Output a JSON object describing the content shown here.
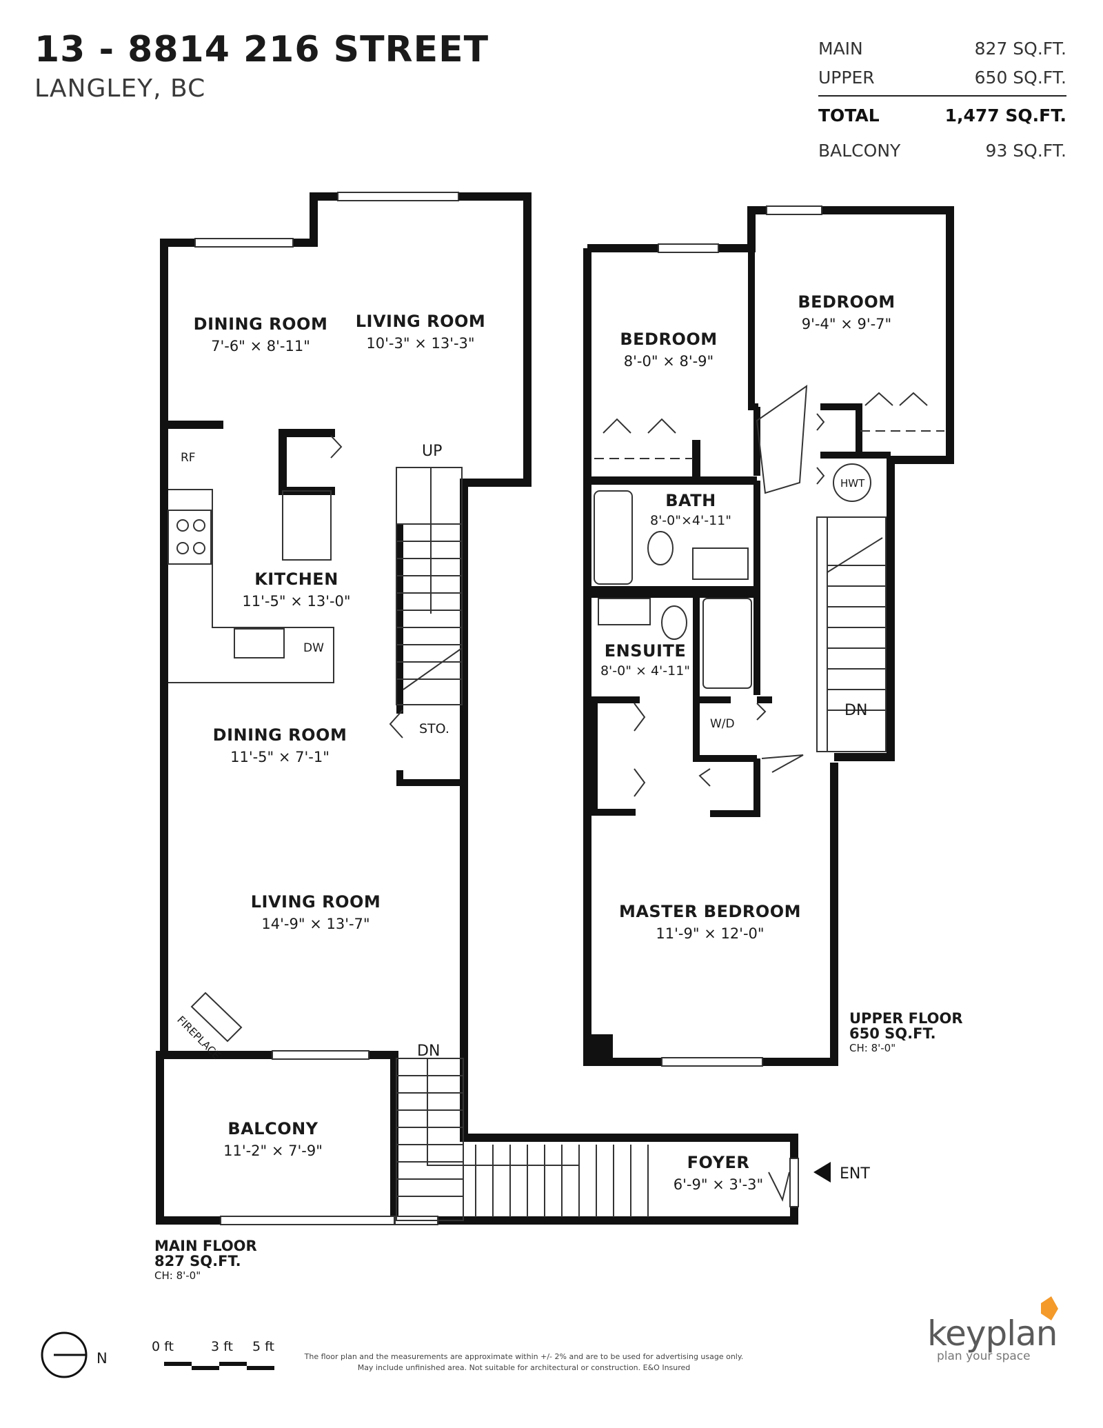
{
  "header": {
    "address_line": "13 - 8814 216 STREET",
    "city_line": "LANGLEY, BC"
  },
  "area_summary": [
    {
      "label": "MAIN",
      "value": "827 SQ.FT."
    },
    {
      "label": "UPPER",
      "value": "650 SQ.FT."
    },
    {
      "label": "TOTAL",
      "value": "1,477 SQ.FT."
    },
    {
      "label": "BALCONY",
      "value": "93 SQ.FT."
    }
  ],
  "main_floor": {
    "label": "MAIN FLOOR",
    "area": "827 SQ.FT.",
    "ceiling": "CH: 8'-0\"",
    "rooms": [
      {
        "name": "DINING ROOM",
        "dims": "7'-6\"  ×  8'-11\""
      },
      {
        "name": "LIVING ROOM",
        "dims": "10'-3\"  ×  13'-3\""
      },
      {
        "name": "KITCHEN",
        "dims": "11'-5\"  ×  13'-0\""
      },
      {
        "name": "DINING ROOM",
        "dims": "11'-5\"  ×  7'-1\""
      },
      {
        "name": "LIVING ROOM",
        "dims": "14'-9\"  ×  13'-7\""
      },
      {
        "name": "BALCONY",
        "dims": "11'-2\"  ×  7'-9\""
      },
      {
        "name": "FOYER",
        "dims": "6'-9\" × 3'-3\""
      }
    ],
    "labels": {
      "up": "UP",
      "dn": "DN",
      "sto": "STO.",
      "rf": "RF",
      "dw": "DW",
      "fireplace": "FIREPLACE",
      "ent": "ENT"
    }
  },
  "upper_floor": {
    "label": "UPPER FLOOR",
    "area": "650 SQ.FT.",
    "ceiling": "CH: 8'-0\"",
    "rooms": [
      {
        "name": "BEDROOM",
        "dims": "8'-0\"  ×  8'-9\""
      },
      {
        "name": "BEDROOM",
        "dims": "9'-4\"  ×  9'-7\""
      },
      {
        "name": "BATH",
        "dims": "8'-0\"×4'-11\""
      },
      {
        "name": "ENSUITE",
        "dims": "8'-0\" × 4'-11\""
      },
      {
        "name": "MASTER BEDROOM",
        "dims": "11'-9\"  ×  12'-0\""
      }
    ],
    "labels": {
      "hwt": "HWT",
      "wd": "W/D",
      "dn": "DN"
    }
  },
  "compass": {
    "label": "N"
  },
  "scale": {
    "labels": [
      "0 ft",
      "3 ft",
      "5 ft"
    ]
  },
  "disclaimer": [
    "The floor plan and the measurements are approximate within +/- 2% and are to be used for advertising usage only.",
    "May include unfinished area. Not suitable for architectural or construction. E&O Insured"
  ],
  "brand": {
    "name": "keyplan",
    "tagline": "plan your space",
    "accent": "#f39a2b"
  },
  "colors": {
    "wall": "#111111",
    "line": "#333333"
  }
}
